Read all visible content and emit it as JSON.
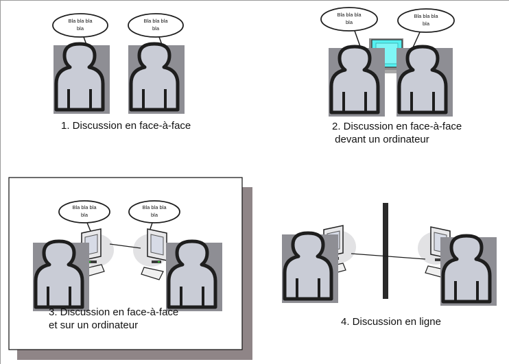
{
  "colors": {
    "person_fill": "#c9ccd6",
    "person_stroke": "#1e1e1e",
    "person_shadow": "#8e8e94",
    "monitor_highlight": "#55f0f0",
    "panel_shadow": "#8f8587",
    "divider": "#2a2a2a",
    "link_line": "#1e1e1e"
  },
  "icons": [
    "person-icon",
    "speech-bubble-icon",
    "computer-monitor-icon",
    "keyboard-icon"
  ],
  "bubbles": {
    "line1": "Bla bla  bla",
    "line2": "bla"
  },
  "captions": {
    "s1": {
      "line1": "1. Discussion en face-à-face"
    },
    "s2": {
      "line1": "2. Discussion en face-à-face",
      "line2": " devant un ordinateur"
    },
    "s3": {
      "line1": "3. Discussion en face-à-face",
      "line2": "et sur un ordinateur"
    },
    "s4": {
      "line1": "4. Discussion en ligne"
    }
  }
}
